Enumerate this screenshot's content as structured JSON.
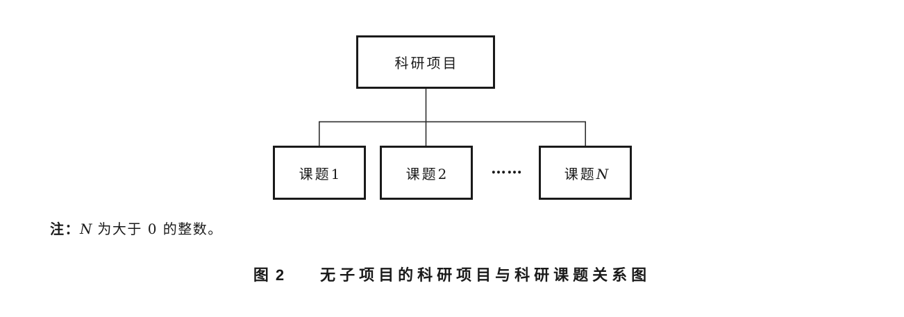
{
  "figure": {
    "root": {
      "label": "科研项目"
    },
    "children": [
      {
        "label": "课题1"
      },
      {
        "label": "课题2"
      },
      {
        "prefix": "课题",
        "variable": "N"
      }
    ],
    "ellipsis": "……",
    "note": {
      "prefix": "注：",
      "variable": "N",
      "rest": " 为大于 0 的整数。"
    },
    "caption": {
      "number": "图 2",
      "title": "无子项目的科研项目与科研课题关系图"
    },
    "colors": {
      "ink": "#1a1a1a",
      "connector": "#2f2f2f",
      "background": "#ffffff"
    }
  }
}
